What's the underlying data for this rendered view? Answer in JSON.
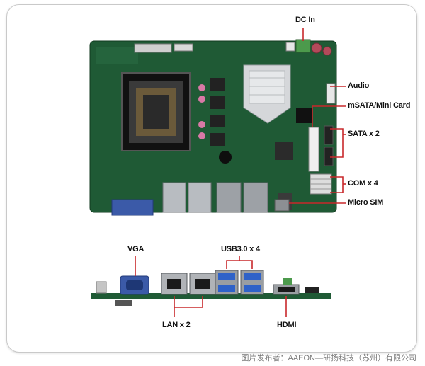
{
  "labels": {
    "dc_in": "DC In",
    "audio": "Audio",
    "msata": "mSATA/Mini Card",
    "sata": "SATA x 2",
    "com": "COM x 4",
    "micro_sim": "Micro SIM",
    "vga": "VGA",
    "usb": "USB3.0 x 4",
    "lan": "LAN x 2",
    "hdmi": "HDMI"
  },
  "footer": "图片发布者：AAEON—研扬科技（苏州）有限公司",
  "colors": {
    "pcb": "#1f5a35",
    "callout_line": "#c8282b",
    "heatsink": "#d5d7da",
    "usb_blue": "#2f62c8",
    "vga_blue": "#3b5aa8"
  }
}
